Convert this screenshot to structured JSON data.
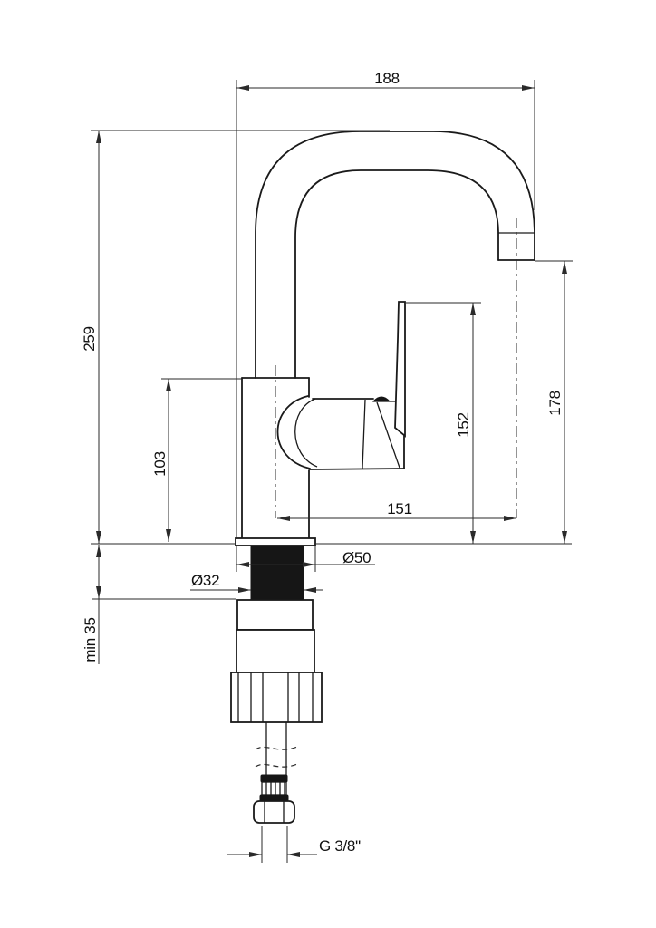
{
  "drawing": {
    "colors": {
      "background": "#ffffff",
      "outline": "#1a1a1a",
      "dimension_lines": "#2a2a2a",
      "text": "#111111"
    },
    "labels": {
      "spout_reach": "188",
      "overall_height": "259",
      "body_height": "103",
      "min_deck_thickness": "min 35",
      "base_diameter": "Ø50",
      "shank_diameter": "Ø32",
      "spout_center_offset": "151",
      "handle_height": "152",
      "outlet_height": "178",
      "hose_connection": "G 3/8\""
    }
  }
}
